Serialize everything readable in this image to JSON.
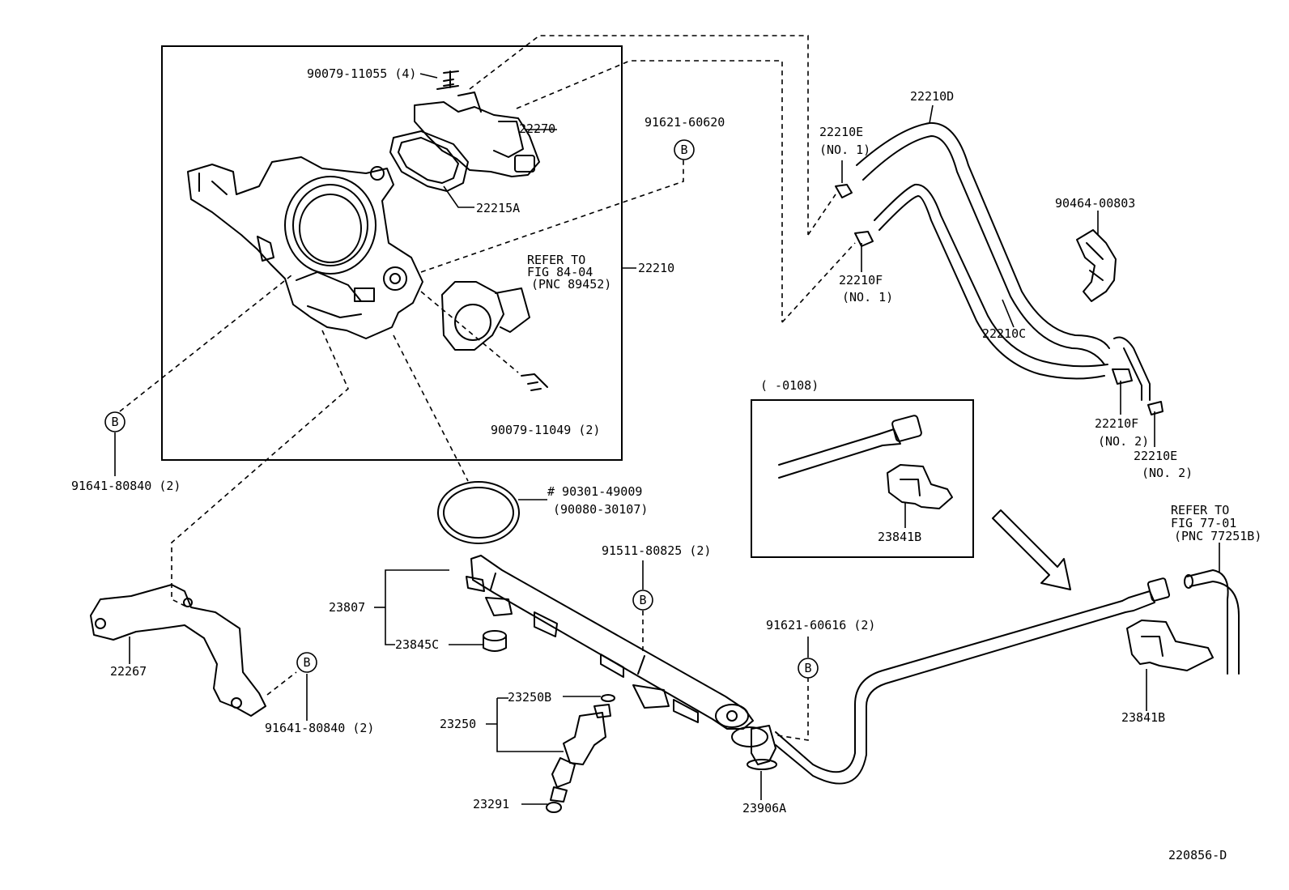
{
  "labels": {
    "p90079_11055": "90079-11055 (4)",
    "p22270": "22270",
    "p22215A": "22215A",
    "p22210": "22210",
    "refer1_l1": "REFER TO",
    "refer1_l2": "FIG 84-04",
    "refer1_l3": "(PNC 89452)",
    "p90079_11049": "90079-11049 (2)",
    "p91621_60620": "91621-60620",
    "p22210E_1": "22210E",
    "p22210E_1_sub": "(NO. 1)",
    "p22210D": "22210D",
    "p22210F_1": "22210F",
    "p22210F_1_sub": "(NO. 1)",
    "p90464_00803": "90464-00803",
    "p22210C": "22210C",
    "p22210F_2": "22210F",
    "p22210F_2_sub": "(NO. 2)",
    "p22210E_2": "22210E",
    "p22210E_2_sub": "(NO. 2)",
    "p91641_80840_a": "91641-80840 (2)",
    "p90301_49009": "# 90301-49009",
    "p90080_30107": "(90080-30107)",
    "inset_header": "(      -0108)",
    "p23841B_a": "23841B",
    "p91511_80825": "91511-80825 (2)",
    "refer2_l1": "REFER TO",
    "refer2_l2": "FIG 77-01",
    "refer2_l3": "(PNC 77251B)",
    "p23807": "23807",
    "p23845C": "23845C",
    "p22267": "22267",
    "p91641_80840_b": "91641-80840 (2)",
    "p91621_60616": "91621-60616 (2)",
    "p23250B": "23250B",
    "p23250": "23250",
    "p23841B_b": "23841B",
    "p23291": "23291",
    "p23906A": "23906A",
    "figure_id": "220856-D"
  },
  "ref_letter": "B"
}
